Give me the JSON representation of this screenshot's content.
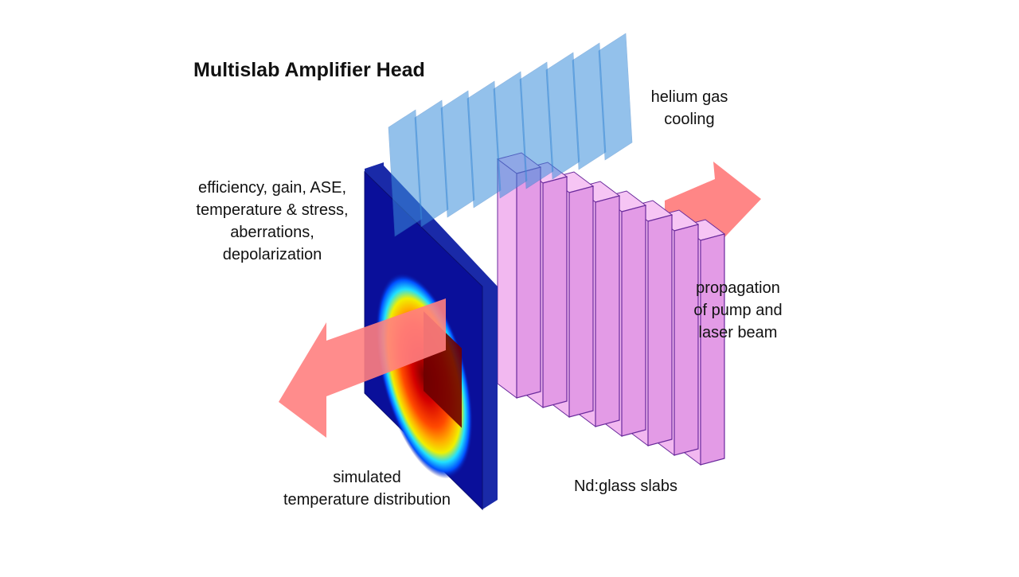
{
  "title": "Multislab Amplifier Head",
  "labels": {
    "helium": [
      "helium gas",
      "cooling"
    ],
    "effects": [
      "efficiency, gain, ASE,",
      "temperature & stress,",
      "aberrations,",
      "depolarization"
    ],
    "propagation": [
      "propagation",
      "of pump and",
      "laser beam"
    ],
    "simulated": [
      "simulated",
      "temperature distribution"
    ],
    "slabs": [
      "Nd:glass slabs"
    ]
  },
  "colors": {
    "slab_face": "#e39be6",
    "slab_edge": "#f6c5f4",
    "slab_stroke": "#6a2a9c",
    "beam_arrow": "#ff8080",
    "gas_sheet": "#3c8fdc",
    "heat_base": "#0a0f9a"
  }
}
